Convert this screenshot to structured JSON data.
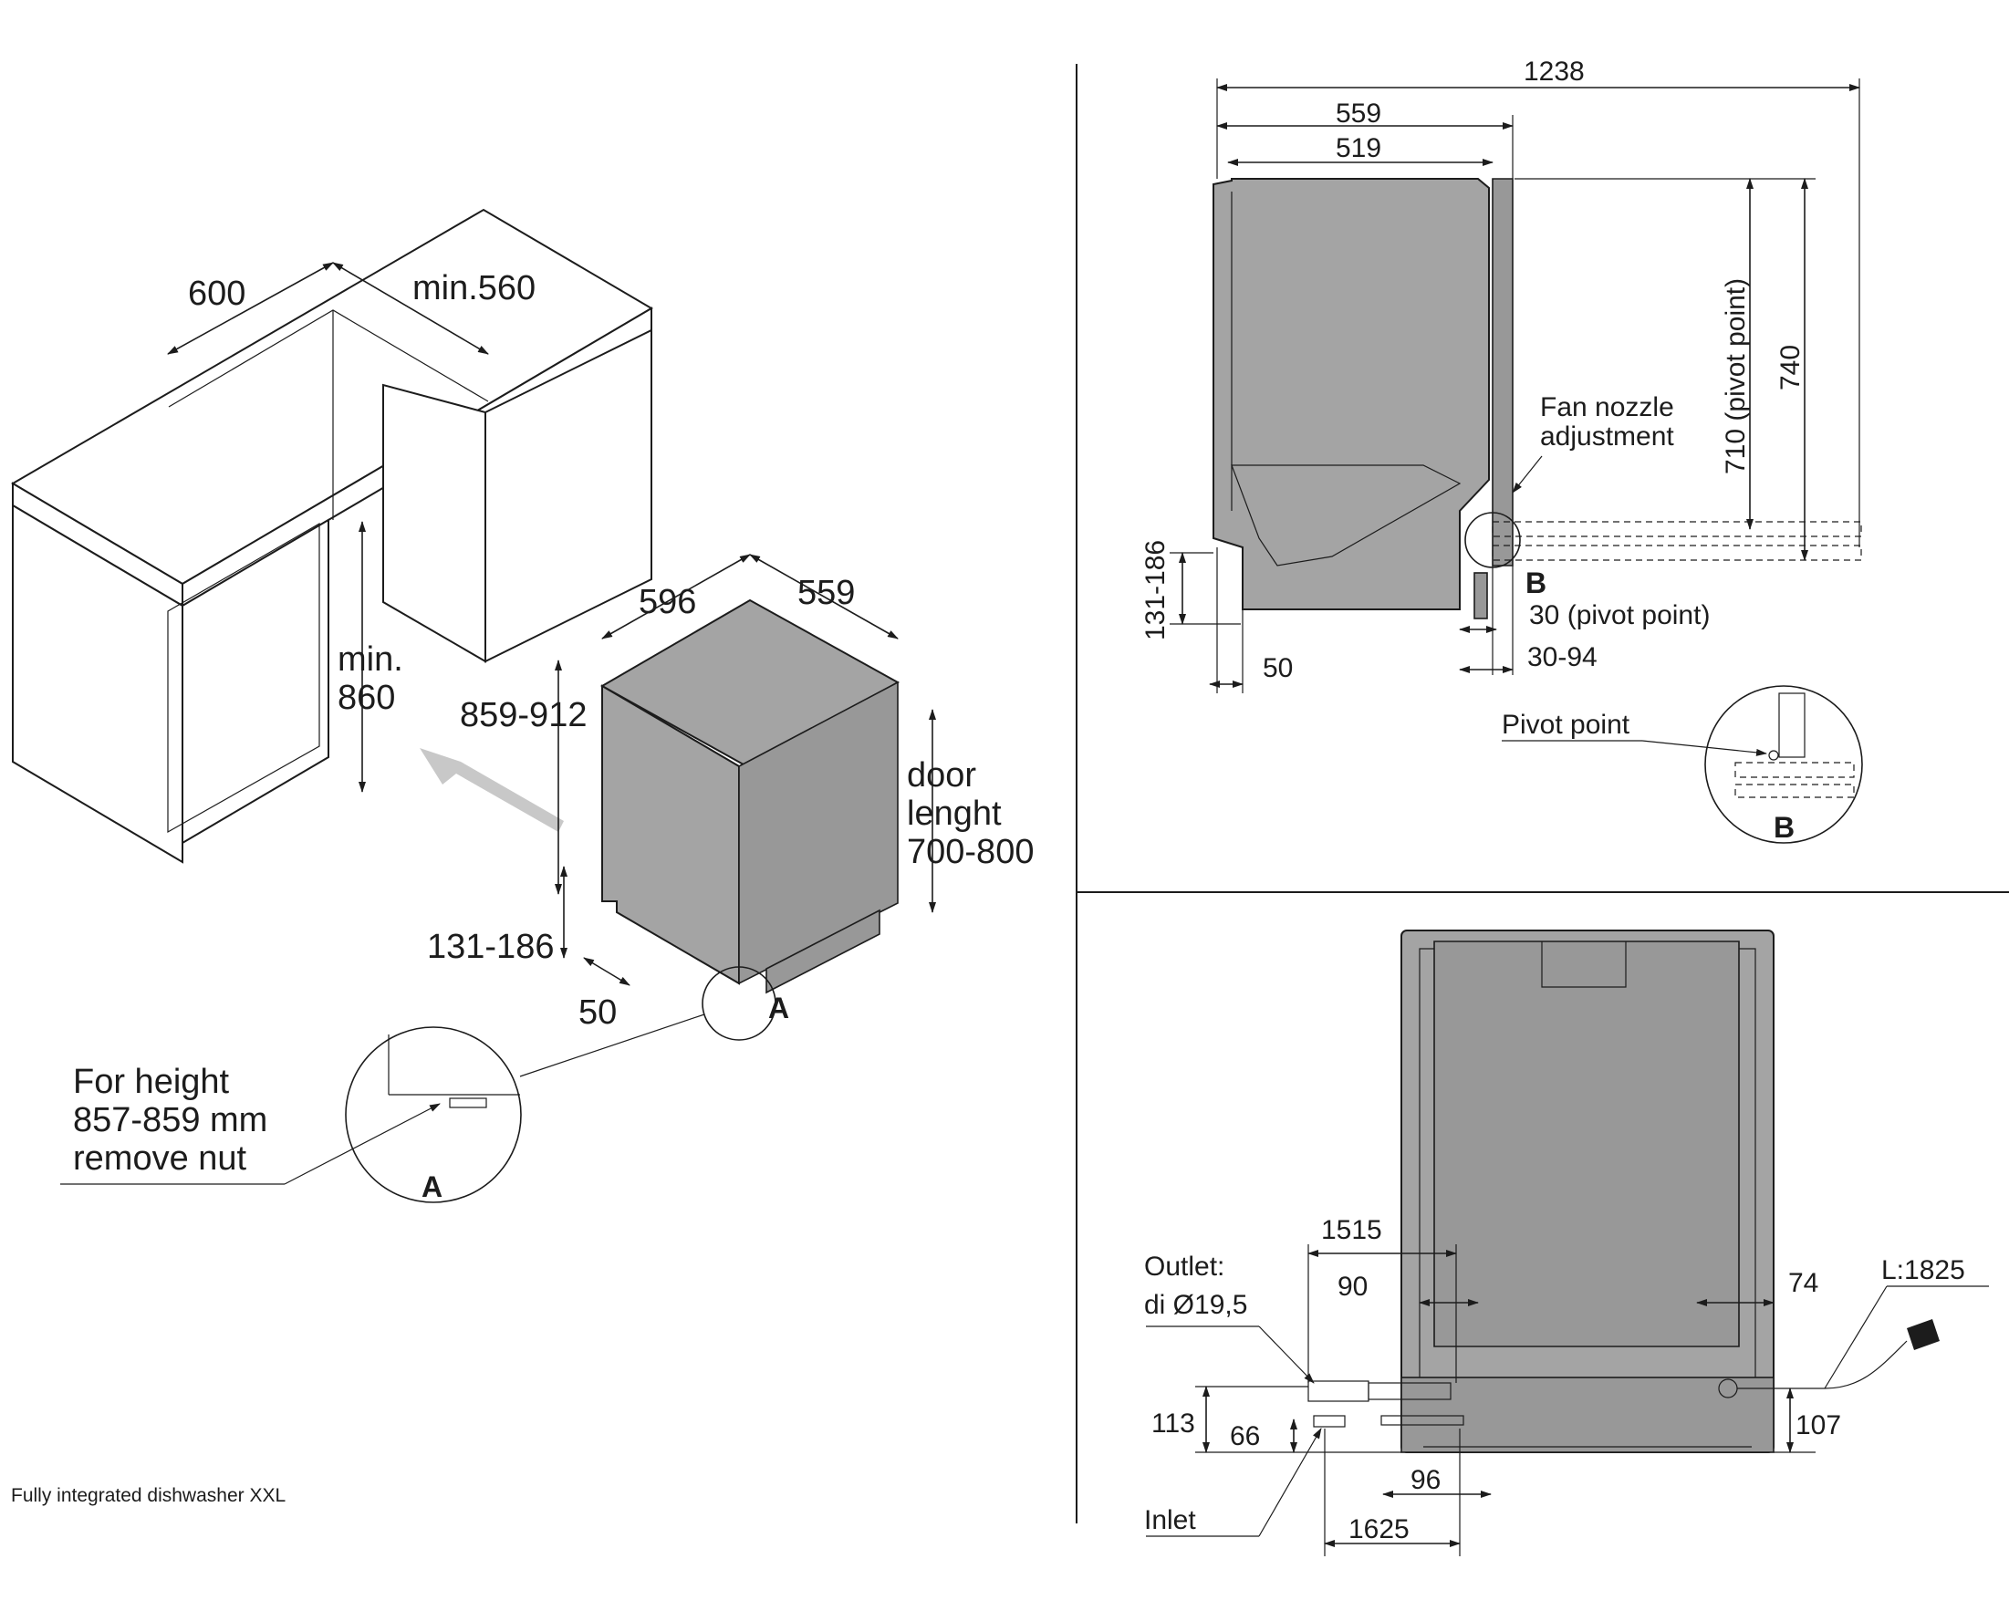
{
  "caption": "Fully integrated dishwasher XXL",
  "callouts": {
    "detail_a": "A",
    "detail_b": "B",
    "pivot_point": "Pivot point",
    "fan_nozzle": [
      "Fan nozzle",
      "adjustment"
    ],
    "remove_nut": [
      "For height",
      "857-859 mm",
      "remove nut"
    ],
    "outlet": [
      "Outlet:",
      "di Ø19,5"
    ],
    "inlet": "Inlet"
  },
  "panel_iso": {
    "cabinet_width": "600",
    "cabinet_depth": "min.560",
    "cabinet_height": [
      "min.",
      "860"
    ],
    "appliance_width": "596",
    "appliance_depth": "559",
    "appliance_height": "859-912",
    "door_length": [
      "door",
      "lenght",
      "700-800"
    ],
    "plinth_height": "131-186",
    "plinth_depth": "50"
  },
  "panel_side": {
    "overall_depth": "1238",
    "depth": "559",
    "body_depth": "519",
    "pivot_height": "710 (pivot point)",
    "height": "740",
    "plinth": "131-186",
    "plinth_offset": "50",
    "pivot_offset": "30 (pivot point)",
    "door_gap": "30-94"
  },
  "panel_rear": {
    "outlet_hose": "1515",
    "outlet_offset": "90",
    "cable_offset": "74",
    "cable_length": "L:1825",
    "outlet_height": "113",
    "inlet_height": "66",
    "cable_height": "107",
    "inlet_offset": "96",
    "inlet_hose": "1625"
  }
}
